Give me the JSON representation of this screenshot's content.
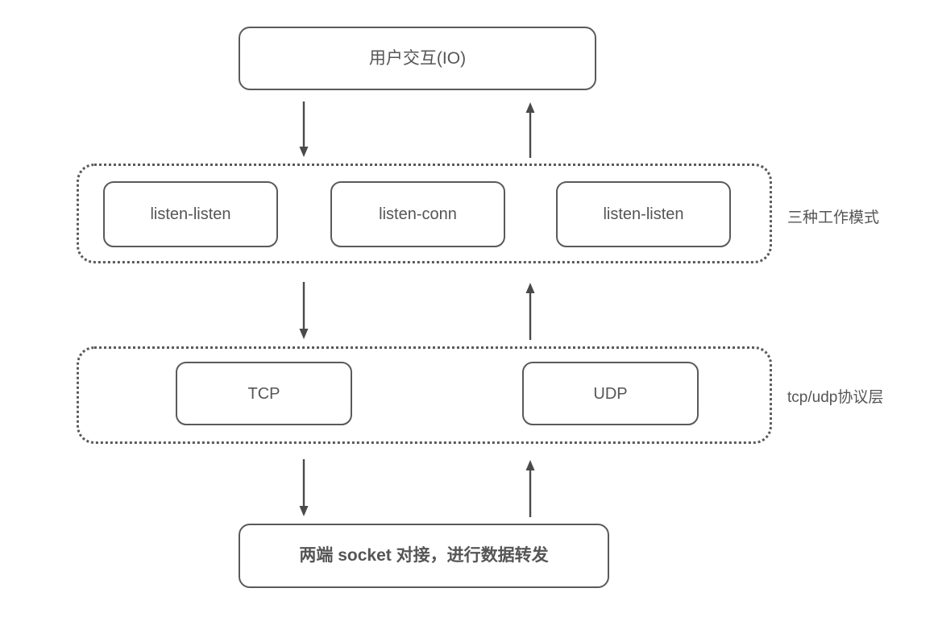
{
  "diagram": {
    "type": "layered-architecture",
    "background_color": "#ffffff",
    "stroke_color": "#5a5a5a",
    "text_color": "#555555",
    "layers": [
      {
        "id": "io",
        "style": "solid-box",
        "nodes": [
          {
            "label": "用户交互(IO)"
          }
        ]
      },
      {
        "id": "work-modes",
        "style": "dotted-group",
        "side_label": "三种工作模式",
        "nodes": [
          {
            "label": "listen-listen"
          },
          {
            "label": "listen-conn"
          },
          {
            "label": "listen-listen"
          }
        ]
      },
      {
        "id": "protocol",
        "style": "dotted-group",
        "side_label": "tcp/udp协议层",
        "nodes": [
          {
            "label": "TCP"
          },
          {
            "label": "UDP"
          }
        ]
      },
      {
        "id": "socket",
        "style": "solid-box",
        "nodes": [
          {
            "label": "两端 socket 对接，进行数据转发"
          }
        ]
      }
    ],
    "connectors": [
      {
        "id": "io-to-modes",
        "direction": "down",
        "from": "io",
        "to": "work-modes"
      },
      {
        "id": "modes-to-io",
        "direction": "up",
        "from": "work-modes",
        "to": "io"
      },
      {
        "id": "modes-to-proto",
        "direction": "down",
        "from": "work-modes",
        "to": "protocol"
      },
      {
        "id": "proto-to-modes",
        "direction": "up",
        "from": "protocol",
        "to": "work-modes"
      },
      {
        "id": "proto-to-socket",
        "direction": "down",
        "from": "protocol",
        "to": "socket"
      },
      {
        "id": "socket-to-proto",
        "direction": "up",
        "from": "socket",
        "to": "protocol"
      }
    ]
  }
}
